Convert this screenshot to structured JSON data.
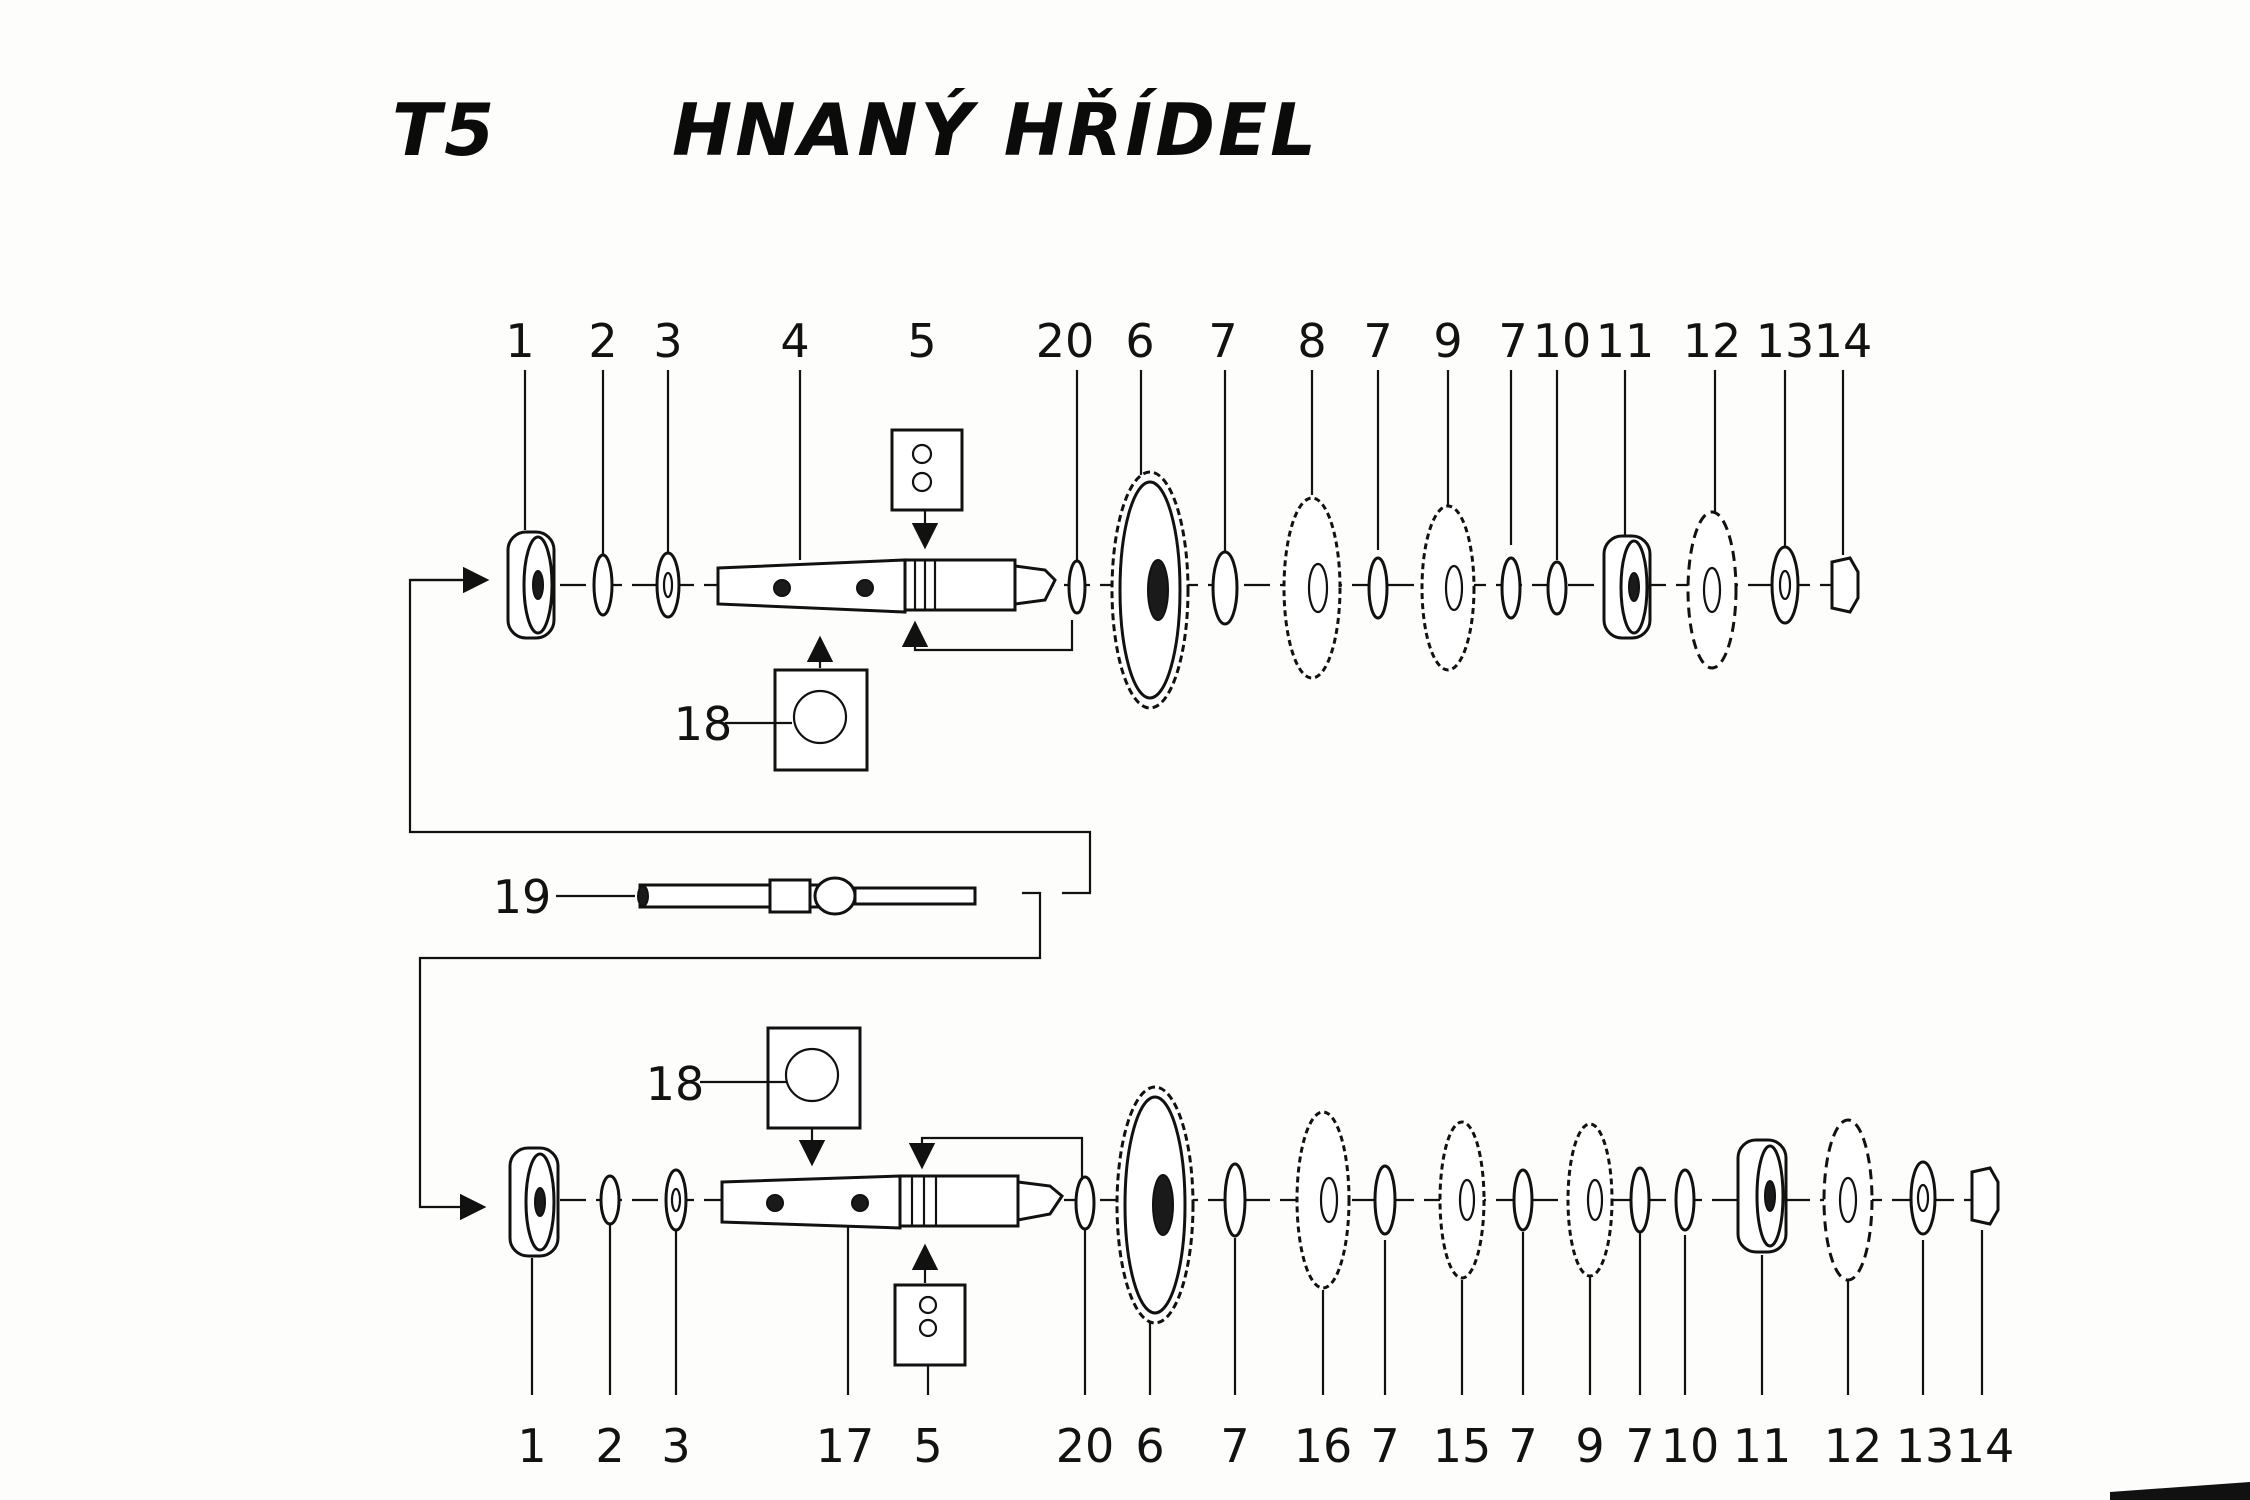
{
  "page": {
    "code": "T5",
    "title": "HNANÝ HŘÍDEL"
  },
  "diagram": {
    "top_row_labels": [
      "1",
      "2",
      "3",
      "4",
      "5",
      "20",
      "6",
      "7",
      "8",
      "7",
      "9",
      "7",
      "10",
      "11",
      "12",
      "13",
      "14"
    ],
    "top_callout_label": "18",
    "middle_label": "19",
    "bottom_callout_label": "18",
    "bottom_row_labels": [
      "1",
      "2",
      "3",
      "17",
      "5",
      "20",
      "6",
      "7",
      "16",
      "7",
      "15",
      "7",
      "9",
      "7",
      "10",
      "11",
      "12",
      "13",
      "14"
    ]
  }
}
